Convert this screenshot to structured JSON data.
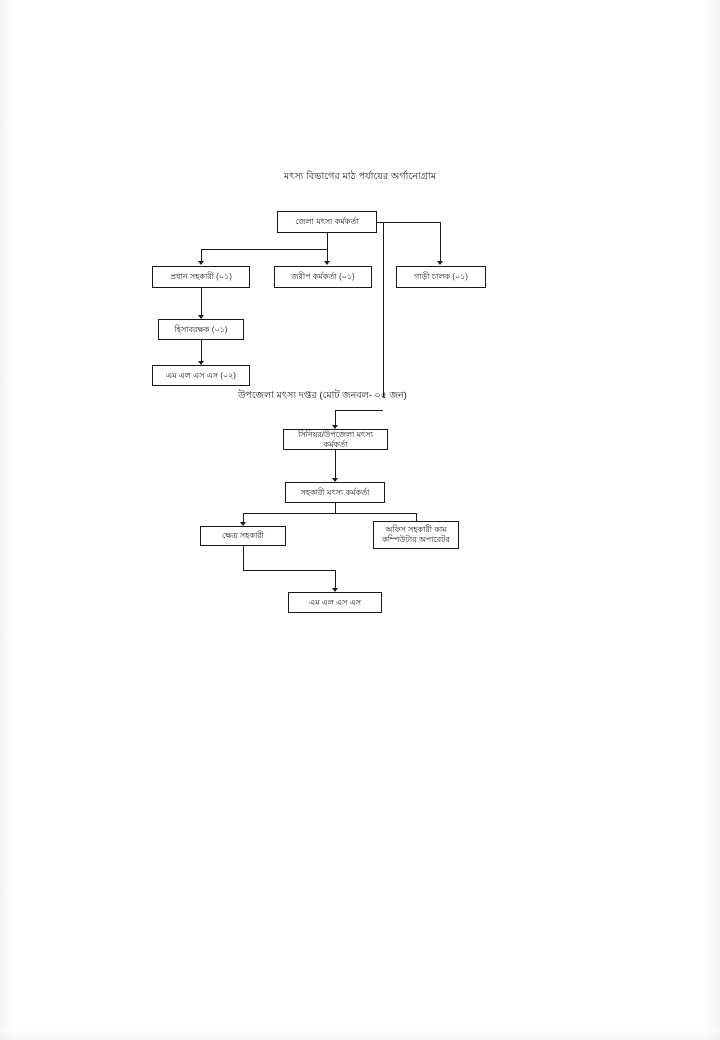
{
  "document": {
    "title": "মৎস্য বিভাগের মাঠ পর্যায়ের অর্গানোগ্রাম",
    "background_color": "#ffffff",
    "line_color": "#1a1a1a",
    "text_color": "#1b1b1b"
  },
  "district_section": {
    "head": {
      "label": "জেলা মৎস্য কর্মকর্তা"
    },
    "row2": [
      {
        "label": "প্রধান সহকারী (০১)"
      },
      {
        "label": "জরীপ কর্মকর্তা (০১)"
      },
      {
        "label": "গাড়ী চালক (০১)"
      }
    ],
    "accountant": {
      "label": "হিসাবরক্ষক (০১)"
    },
    "mlss": {
      "label": "এম এল এস এস (০২)"
    }
  },
  "upazila_section": {
    "heading": "উপজেলা মৎস্য দপ্তর (মোট জনবল- ০৫ জন)",
    "officer": {
      "label": "সিনিয়র/উপজেলা মৎস্য কর্মকর্তা"
    },
    "assistant_officer": {
      "label": "সহকারী মৎস্য কর্মকর্তা"
    },
    "field_assistant": {
      "label": "ক্ষেত্র সহকারী"
    },
    "office_assistant": {
      "label": "অফিস সহকারী কাম কম্পিউটার অপারেটর"
    },
    "mlss": {
      "label": "এম এল এস এস"
    }
  }
}
